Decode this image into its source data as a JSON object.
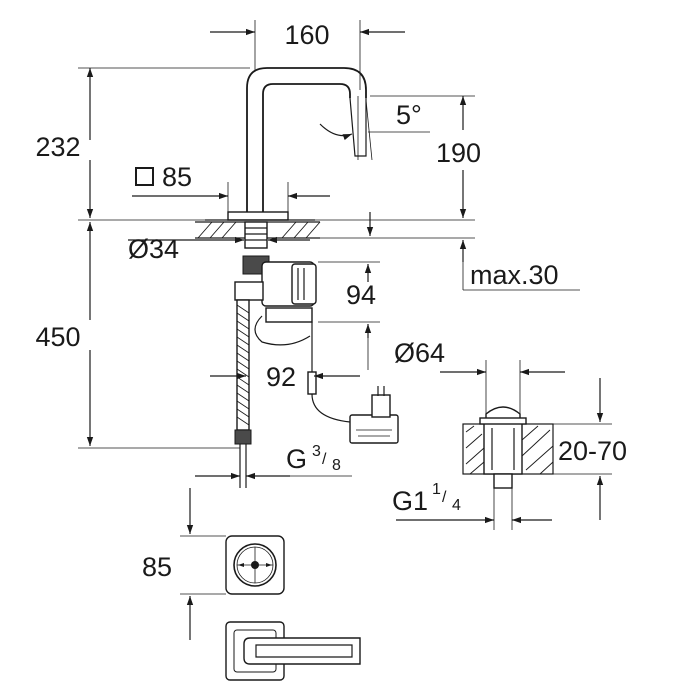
{
  "dimensions": {
    "spout_reach": "160",
    "total_height": "232",
    "base_square": "85",
    "spout_angle": "5°",
    "spout_height": "190",
    "hole_diameter": "Ø34",
    "max_thickness": "max.30",
    "mixer_body_height": "94",
    "hose_length": "450",
    "box_offset": "92",
    "waste_diameter": "Ø64",
    "waste_thickness": "20-70",
    "connection": "G",
    "connection_sup": "3",
    "connection_sub": "8",
    "waste_thread": "G1",
    "waste_thread_sup": "1",
    "waste_thread_sub": "4",
    "plan_square": "85"
  }
}
